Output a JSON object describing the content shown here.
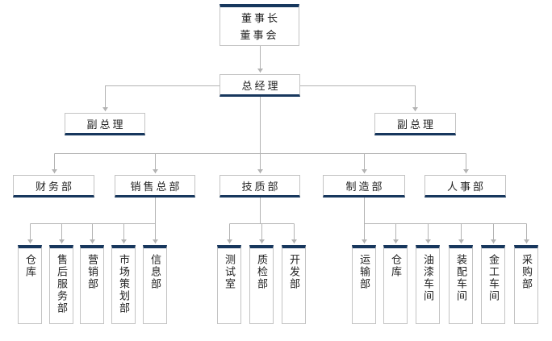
{
  "org": {
    "chairman": "董事长\n董事会",
    "general_manager": "总经理",
    "vice_managers": [
      "副总理",
      "副总理"
    ],
    "departments": [
      "财务部",
      "销售总部",
      "技质部",
      "制造部",
      "人事部"
    ],
    "sales_units": [
      "仓库",
      "售后服务部",
      "营销部",
      "市场策划部",
      "信息部"
    ],
    "quality_units": [
      "测试室",
      "质检部",
      "开发部"
    ],
    "manufacturing_units": [
      "运输部",
      "仓库",
      "油漆车间",
      "装配车间",
      "金工车间",
      "采购部"
    ]
  },
  "colors": {
    "accent_navy": "#17375d",
    "box_border": "#c3c3c3",
    "connector_gray": "#b3b3b3",
    "text": "#222222",
    "background": "#ffffff"
  }
}
